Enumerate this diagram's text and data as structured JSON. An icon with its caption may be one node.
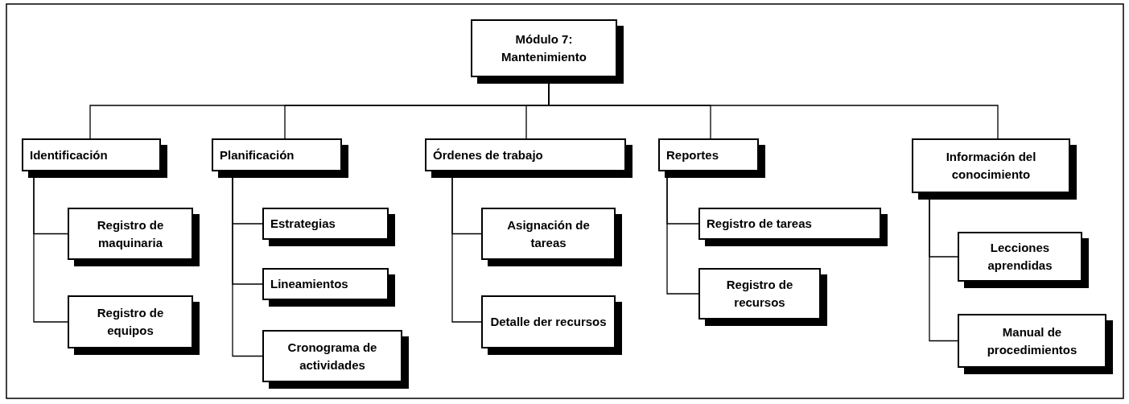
{
  "diagram": {
    "nodes": [
      {
        "text": [
          "Módulo 7: Mantenimiento"
        ]
      },
      {
        "text": [
          "Identificación"
        ]
      },
      {
        "text": [
          "Registro de maquinaria"
        ]
      },
      {
        "text": [
          "Registro de equipos"
        ]
      },
      {
        "text": [
          "Planificación"
        ]
      },
      {
        "text": [
          "Estrategias"
        ]
      },
      {
        "text": [
          "Lineamientos"
        ]
      },
      {
        "text": [
          "Cronograma de actividades"
        ]
      },
      {
        "text": [
          "Órdenes de trabajo"
        ]
      },
      {
        "text": [
          "Asignación de tareas"
        ]
      },
      {
        "text": [
          "Detalle der recursos"
        ]
      },
      {
        "text": [
          "Reportes"
        ]
      },
      {
        "text": [
          "Registro de tareas"
        ]
      },
      {
        "text": [
          "Registro de recursos"
        ]
      },
      {
        "text": [
          "Información del conocimiento"
        ]
      },
      {
        "text": [
          "Lecciones aprendidas"
        ]
      },
      {
        "text": [
          "Manual de procedimientos"
        ]
      }
    ],
    "edges": [
      {
        "from": 0,
        "to": 1,
        "arrow": "none"
      },
      {
        "from": 0,
        "to": 4,
        "arrow": "none"
      },
      {
        "from": 0,
        "to": 8,
        "arrow": "none"
      },
      {
        "from": 0,
        "to": 11,
        "arrow": "none"
      },
      {
        "from": 0,
        "to": 14,
        "arrow": "none"
      },
      {
        "from": 1,
        "to": 2,
        "arrow": "none"
      },
      {
        "from": 1,
        "to": 3,
        "arrow": "none"
      },
      {
        "from": 4,
        "to": 5,
        "arrow": "none"
      },
      {
        "from": 4,
        "to": 6,
        "arrow": "none"
      },
      {
        "from": 4,
        "to": 7,
        "arrow": "none"
      },
      {
        "from": 8,
        "to": 9,
        "arrow": "none"
      },
      {
        "from": 8,
        "to": 10,
        "arrow": "none"
      },
      {
        "from": 11,
        "to": 12,
        "arrow": "none"
      },
      {
        "from": 11,
        "to": 13,
        "arrow": "none"
      },
      {
        "from": 14,
        "to": 15,
        "arrow": "none"
      },
      {
        "from": 14,
        "to": 16,
        "arrow": "none"
      }
    ]
  }
}
